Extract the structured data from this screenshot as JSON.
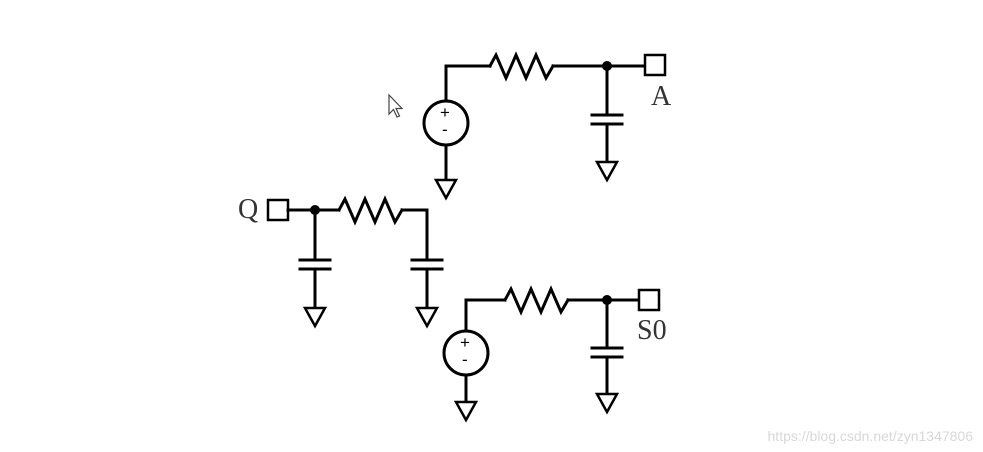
{
  "diagram": {
    "ports": [
      {
        "id": "A",
        "label": "A"
      },
      {
        "id": "Q",
        "label": "Q"
      },
      {
        "id": "S0",
        "label": "S0"
      }
    ],
    "source_symbols": {
      "plus": "+",
      "minus": "-"
    },
    "colors": {
      "wire": "#000000",
      "label": "#333333",
      "background": "#ffffff"
    },
    "icons": [
      "mouse-pointer-icon",
      "ground-icon",
      "voltage-source-icon",
      "resistor-icon",
      "capacitor-icon",
      "port-square-icon"
    ]
  },
  "watermark": "https://blog.csdn.net/zyn1347806"
}
